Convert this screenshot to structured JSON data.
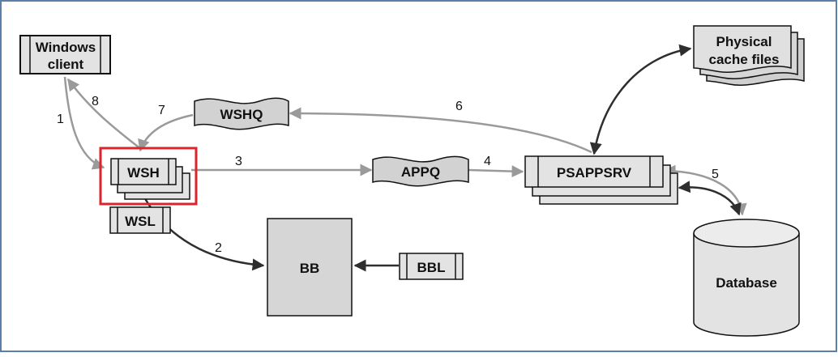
{
  "nodes": {
    "windows_client": [
      "Windows",
      "client"
    ],
    "physical_cache": [
      "Physical",
      "cache files"
    ],
    "wshq": "WSHQ",
    "wsh": "WSH",
    "wsl": "WSL",
    "appq": "APPQ",
    "psappsrv": "PSAPPSRV",
    "bb": "BB",
    "bbl": "BBL",
    "database": "Database"
  },
  "edges": {
    "e1": "1",
    "e2": "2",
    "e3": "3",
    "e4": "4",
    "e5": "5",
    "e6": "6",
    "e7": "7",
    "e8": "8"
  },
  "colors": {
    "border": "#5b7fa6",
    "box_fill": "#e3e3e3",
    "box_dark": "#cfcfcf",
    "gray_arrow": "#9a9a9a",
    "dark_arrow": "#2e2e2e",
    "highlight": "#d9262c"
  }
}
